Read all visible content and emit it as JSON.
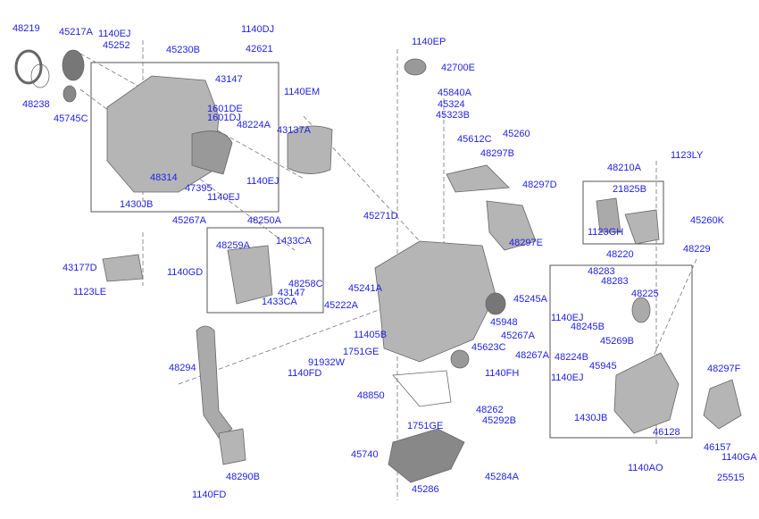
{
  "diagram": {
    "label_color": "#1f1fe6",
    "part_color": "#a9a9a9",
    "labels": [
      "48219",
      "45217A",
      "1140EJ",
      "45252",
      "45230B",
      "1140DJ",
      "42621",
      "48238",
      "45745C",
      "43147",
      "1601DE",
      "1601DJ",
      "48224A",
      "48314",
      "47395",
      "1140EJ",
      "1140EJ",
      "1430JB",
      "1140EP",
      "42700E",
      "1140EM",
      "45840A",
      "45324",
      "45323B",
      "43137A",
      "45612C",
      "45260",
      "48297B",
      "48297D",
      "1123LY",
      "48210A",
      "21825B",
      "1123GH",
      "45267A",
      "48250A",
      "48259A",
      "1433CA",
      "1140GD",
      "48258C",
      "43147",
      "1433CA",
      "45271D",
      "45241A",
      "45222A",
      "11405B",
      "45948",
      "45267A",
      "45623C",
      "48267A",
      "1751GE",
      "91932W",
      "1140FD",
      "1140FH",
      "48294",
      "45245A",
      "48297E",
      "48220",
      "48283",
      "48283",
      "48225",
      "45260K",
      "48229",
      "1140EJ",
      "48245B",
      "45269B",
      "48224B",
      "45945",
      "1140EJ",
      "1430JB",
      "46128",
      "1140AO",
      "48297F",
      "46157",
      "1140GA",
      "25515",
      "48850",
      "48262",
      "45292B",
      "1751GE",
      "45740",
      "45284A",
      "45286",
      "48290B",
      "1140FD",
      "43177D",
      "1123LE"
    ]
  }
}
